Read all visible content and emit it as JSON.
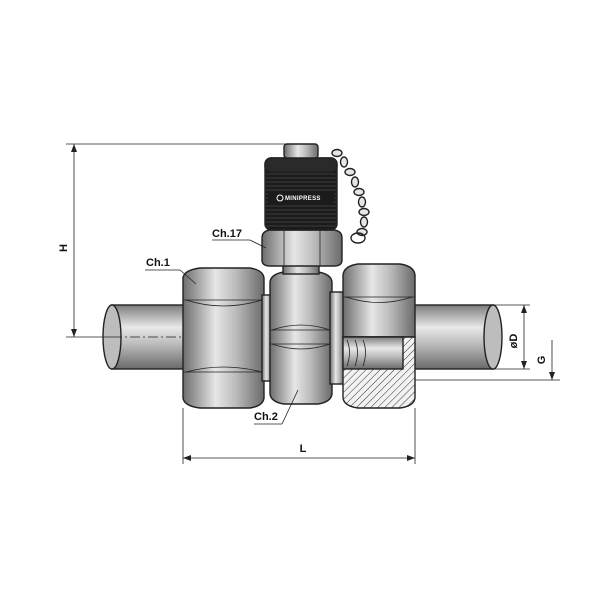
{
  "labels": {
    "ch1": "Ch.1",
    "ch2": "Ch.2",
    "ch17": "Ch.17",
    "brand": "MINIPRESS"
  },
  "dimensions": {
    "h": "H",
    "l": "L",
    "od": "øD",
    "g": "G"
  },
  "colors": {
    "metal_light": "#e4e4e4",
    "metal_mid": "#a9a9a9",
    "metal_dark": "#6e6e6e",
    "cap_black": "#1b1b1b",
    "outline": "#222222"
  }
}
